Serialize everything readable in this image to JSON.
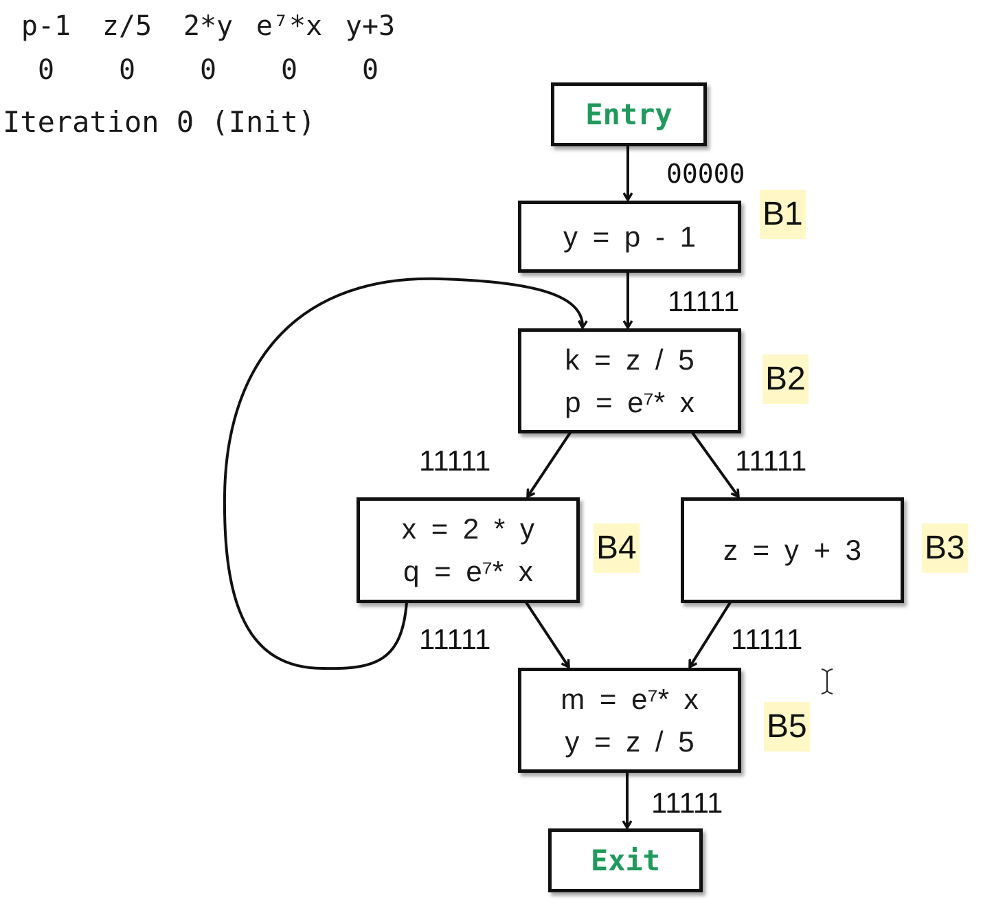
{
  "header": {
    "expressions": [
      "p-1",
      "z/5",
      "2*y",
      "e⁷*x",
      "y+3"
    ],
    "bits": [
      "0",
      "0",
      "0",
      "0",
      "0"
    ],
    "iteration_label": "Iteration 0 (Init)"
  },
  "nodes": {
    "entry": {
      "label": "Entry"
    },
    "exit": {
      "label": "Exit"
    },
    "b1": {
      "name": "B1",
      "lines": [
        "y = p - 1"
      ]
    },
    "b2": {
      "name": "B2",
      "lines": [
        "k = z / 5",
        "p = e⁷* x"
      ]
    },
    "b3": {
      "name": "B3",
      "lines": [
        "z = y + 3"
      ]
    },
    "b4": {
      "name": "B4",
      "lines": [
        "x = 2 * y",
        "q = e⁷* x"
      ]
    },
    "b5": {
      "name": "B5",
      "lines": [
        "m = e⁷* x",
        "y = z / 5"
      ]
    }
  },
  "edge_labels": {
    "entry_b1": "00000",
    "b1_b2": "11111",
    "b2_b4": "11111",
    "b2_b3": "11111",
    "b4_b5": "11111",
    "b3_b5": "11111",
    "b5_exit": "11111"
  },
  "colors": {
    "terminal_green": "#1f9a5c",
    "block_label_highlight": "#fff8c6",
    "stroke": "#111111"
  },
  "cursor_icon": "text-ibeam-cursor"
}
